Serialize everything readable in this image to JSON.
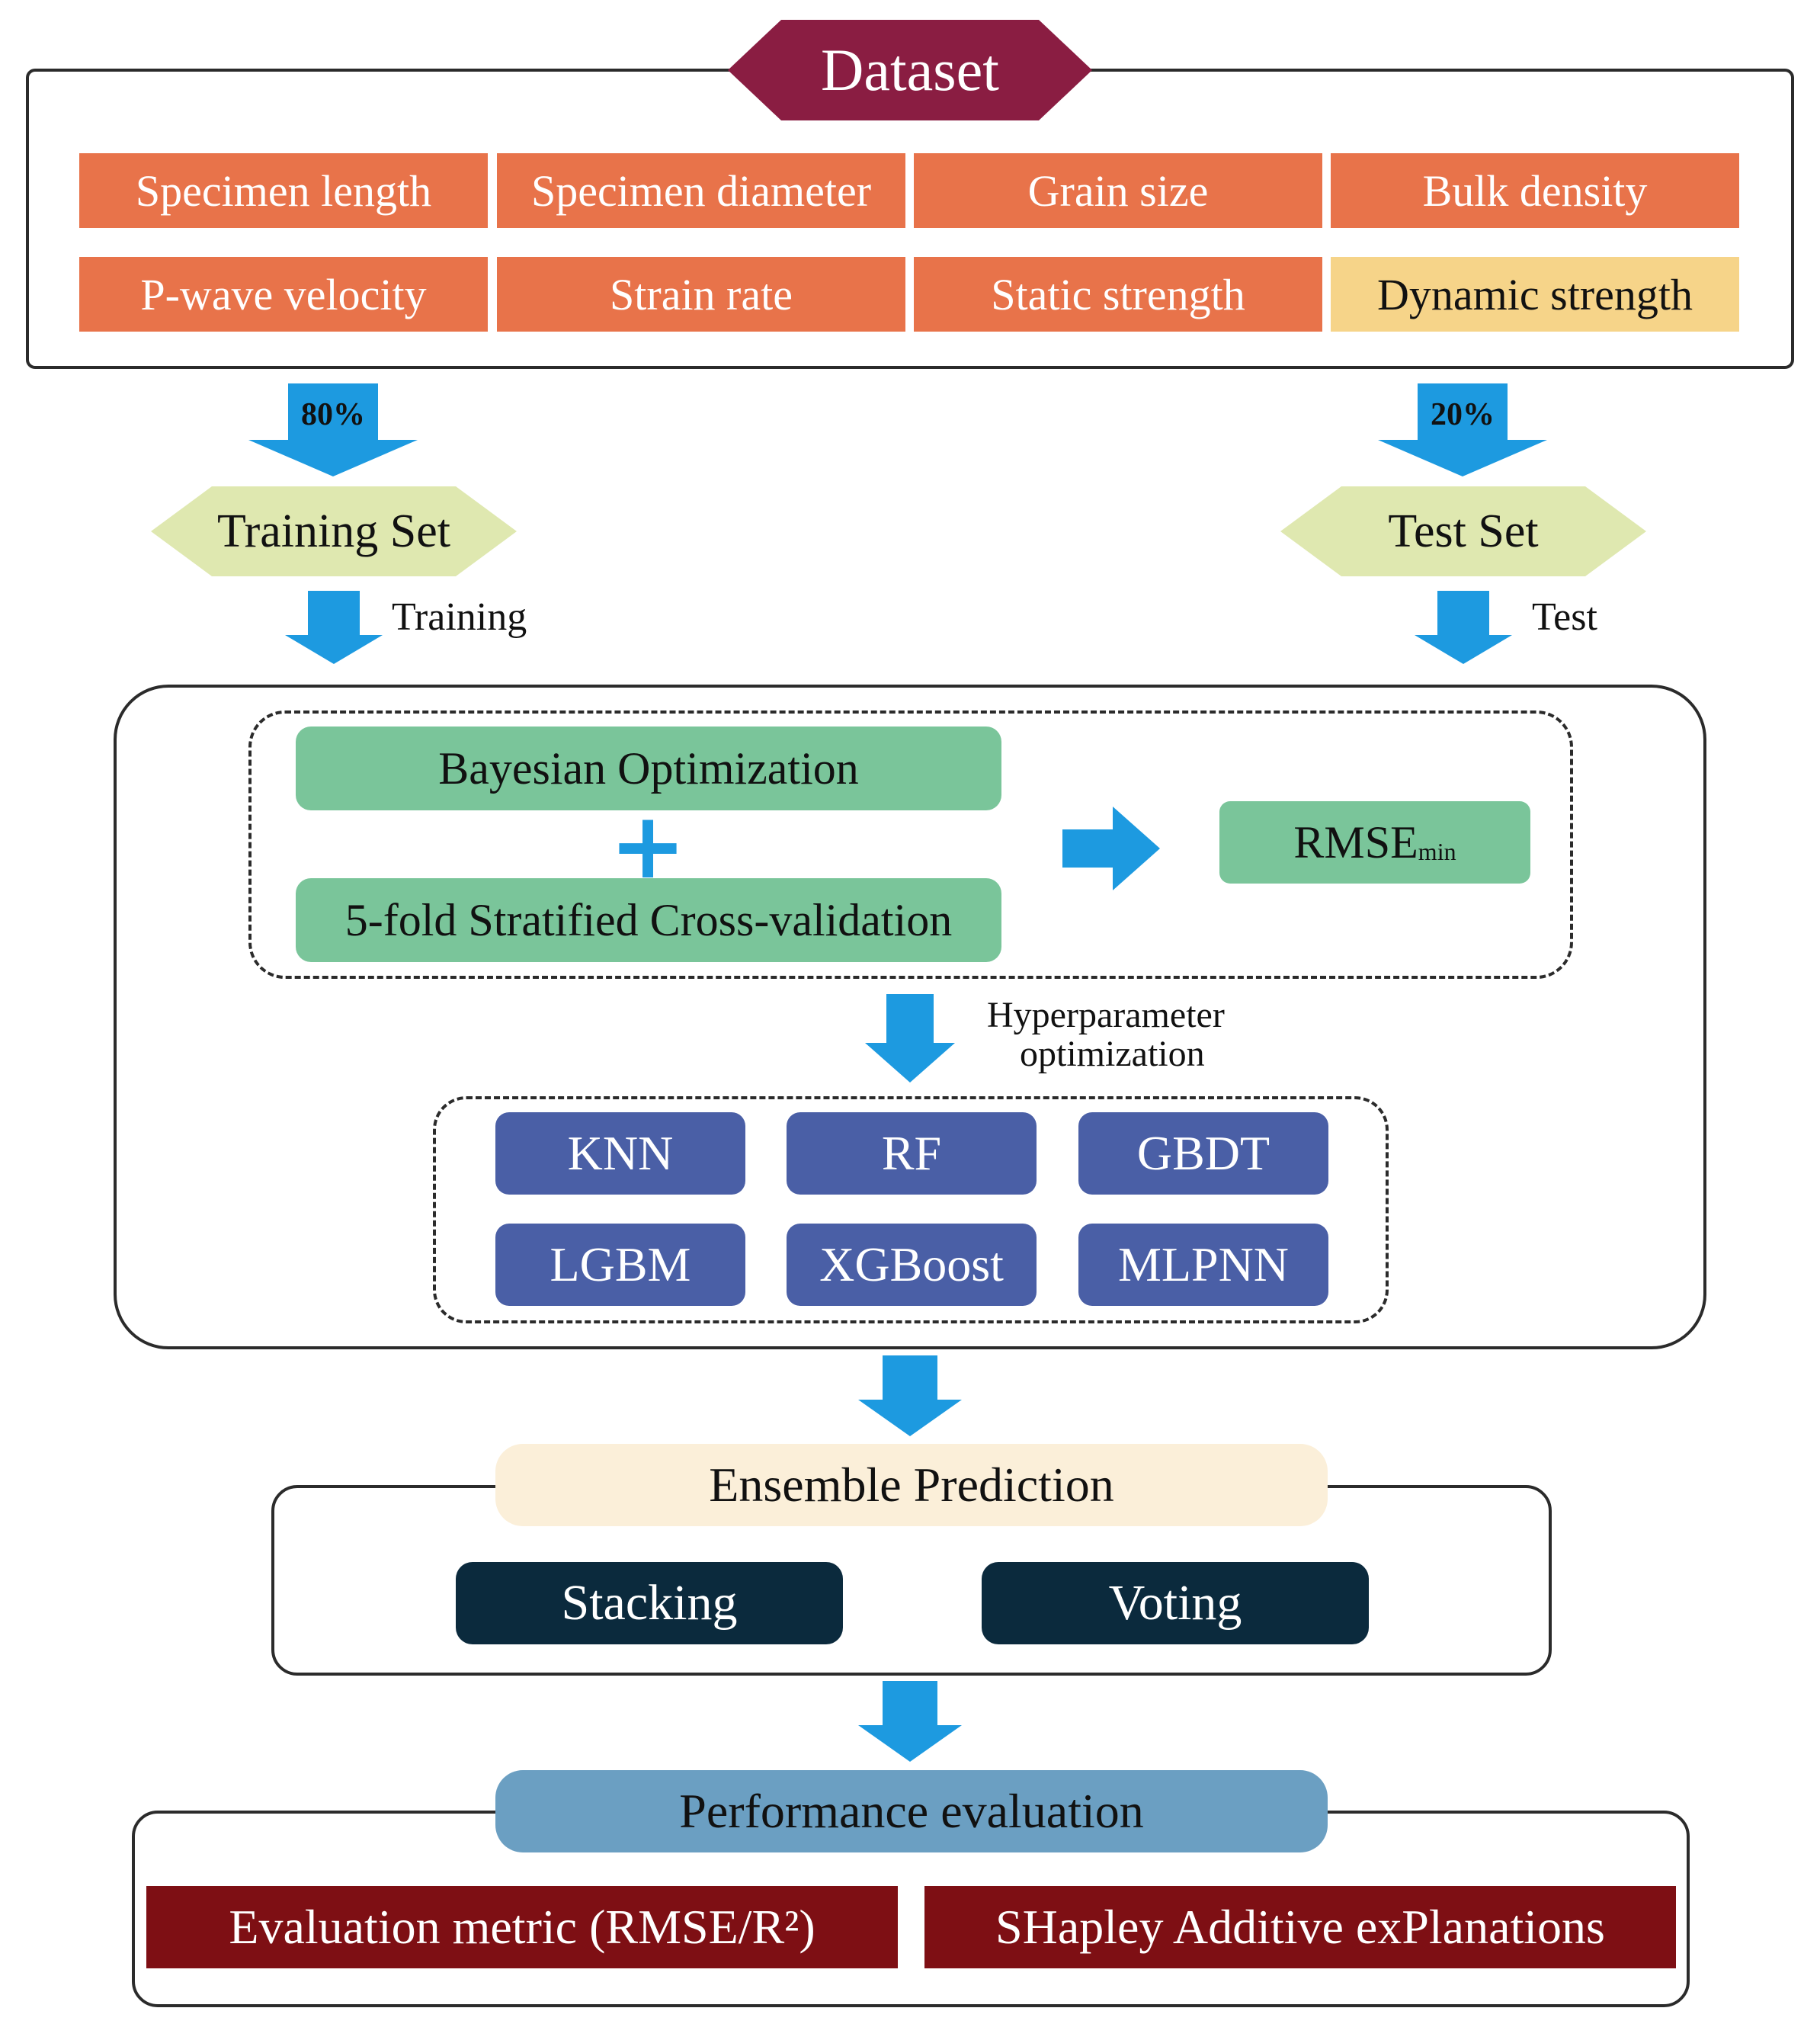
{
  "dataset": {
    "title": "Dataset",
    "features": [
      "Specimen length",
      "Specimen diameter",
      "Grain size",
      "Bulk density",
      "P-wave velocity",
      "Strain rate",
      "Static strength"
    ],
    "target": "Dynamic strength"
  },
  "split": {
    "train_pct": "80%",
    "test_pct": "20%",
    "train_set": "Training Set",
    "test_set": "Test Set",
    "train_label": "Training",
    "test_label": "Test"
  },
  "optimization": {
    "method": "Bayesian Optimization",
    "plus": "+",
    "cv": "5-fold Stratified Cross-validation",
    "objective_main": "RMSE",
    "objective_sub": "min",
    "hp_label_line1": "Hyperparameter",
    "hp_label_line2": "optimization"
  },
  "models": [
    "KNN",
    "RF",
    "GBDT",
    "LGBM",
    "XGBoost",
    "MLPNN"
  ],
  "ensemble": {
    "title": "Ensemble Prediction",
    "methods": [
      "Stacking",
      "Voting"
    ]
  },
  "evaluation": {
    "title": "Performance evaluation",
    "metric": "Evaluation metric (RMSE/R²)",
    "shap": "SHapley Additive exPlanations"
  },
  "colors": {
    "feature": "#e8734a",
    "target": "#f6d489",
    "dataset_hex": "#8a1d42",
    "set_hex": "#dfe8b0",
    "arrow": "#1d9ae0",
    "green": "#7ac59a",
    "model": "#4a5fa6",
    "ensemble_header": "#fbefd9",
    "ensemble_method": "#0b2a3d",
    "eval_header": "#6b9fc2",
    "eval_item": "#7e0f14"
  }
}
